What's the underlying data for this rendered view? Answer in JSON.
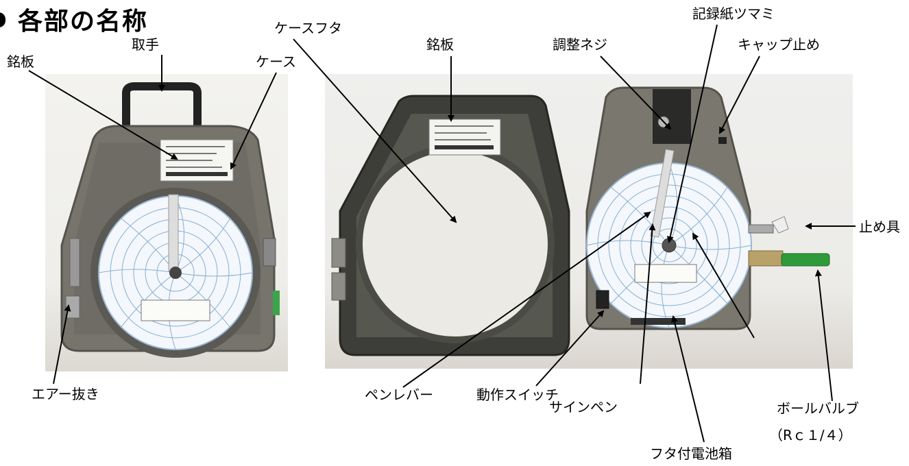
{
  "title": "各部の名称",
  "labels": {
    "nameplate_left": "銘板",
    "handle": "取手",
    "case": "ケース",
    "air_vent": "エアー抜き",
    "case_lid": "ケースフタ",
    "nameplate_right": "銘板",
    "adjust_screw": "調整ネジ",
    "chart_knob": "記録紙ツマミ",
    "cap_stopper": "キャップ止め",
    "clamp": "止め具",
    "pen_lever": "ペンレバー",
    "power_switch": "動作スイッチ",
    "sign_pen": "サインペン",
    "ball_valve": "ボールバルブ",
    "ball_valve_spec": "（Rｃ１/４）",
    "battery_box": "フタ付電池箱"
  },
  "colors": {
    "case_gray": "#77746c",
    "case_dark": "#55534d",
    "chart_white": "#f4f7fb",
    "grid_blue": "#86aed3",
    "valve_green": "#2f9a3a",
    "lid_dark": "#3d3e3a"
  }
}
